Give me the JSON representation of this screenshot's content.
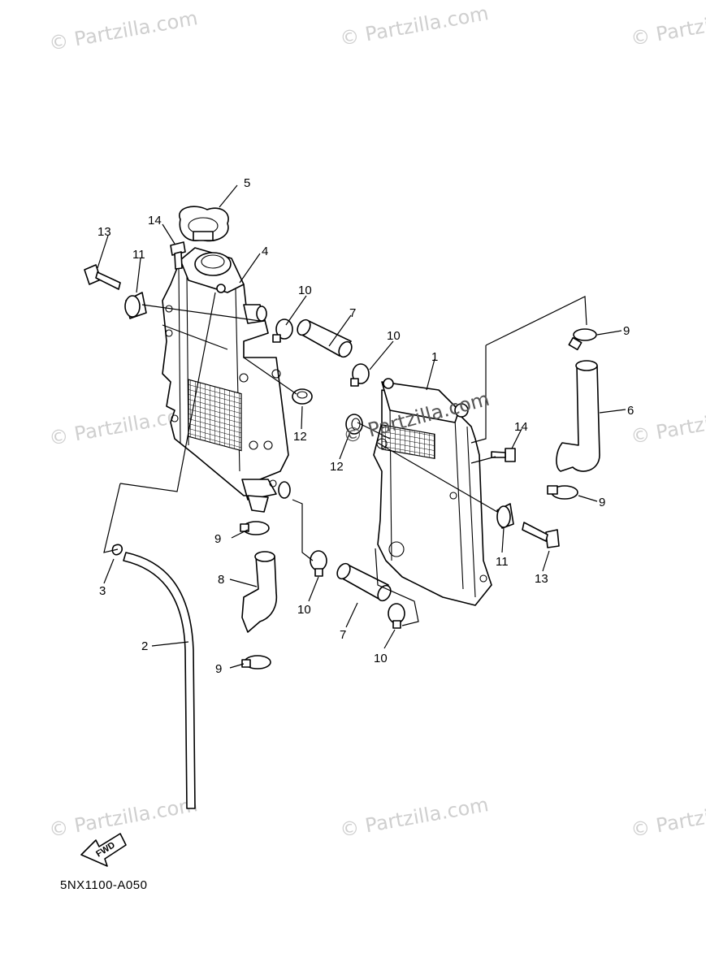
{
  "watermark": "© Partzilla.com",
  "diagram_code": "5NX1100-A050",
  "fwd_label": "FWD",
  "callouts": [
    {
      "id": "c1",
      "label": "1"
    },
    {
      "id": "c2",
      "label": "2"
    },
    {
      "id": "c3",
      "label": "3"
    },
    {
      "id": "c4",
      "label": "4"
    },
    {
      "id": "c5",
      "label": "5"
    },
    {
      "id": "c6",
      "label": "6"
    },
    {
      "id": "c7a",
      "label": "7"
    },
    {
      "id": "c7b",
      "label": "7"
    },
    {
      "id": "c8",
      "label": "8"
    },
    {
      "id": "c9a",
      "label": "9"
    },
    {
      "id": "c9b",
      "label": "9"
    },
    {
      "id": "c9c",
      "label": "9"
    },
    {
      "id": "c9d",
      "label": "9"
    },
    {
      "id": "c10a",
      "label": "10"
    },
    {
      "id": "c10b",
      "label": "10"
    },
    {
      "id": "c10c",
      "label": "10"
    },
    {
      "id": "c10d",
      "label": "10"
    },
    {
      "id": "c11a",
      "label": "11"
    },
    {
      "id": "c11b",
      "label": "11"
    },
    {
      "id": "c12a",
      "label": "12"
    },
    {
      "id": "c12b",
      "label": "12"
    },
    {
      "id": "c13a",
      "label": "13"
    },
    {
      "id": "c13b",
      "label": "13"
    },
    {
      "id": "c14a",
      "label": "14"
    },
    {
      "id": "c14b",
      "label": "14"
    }
  ]
}
